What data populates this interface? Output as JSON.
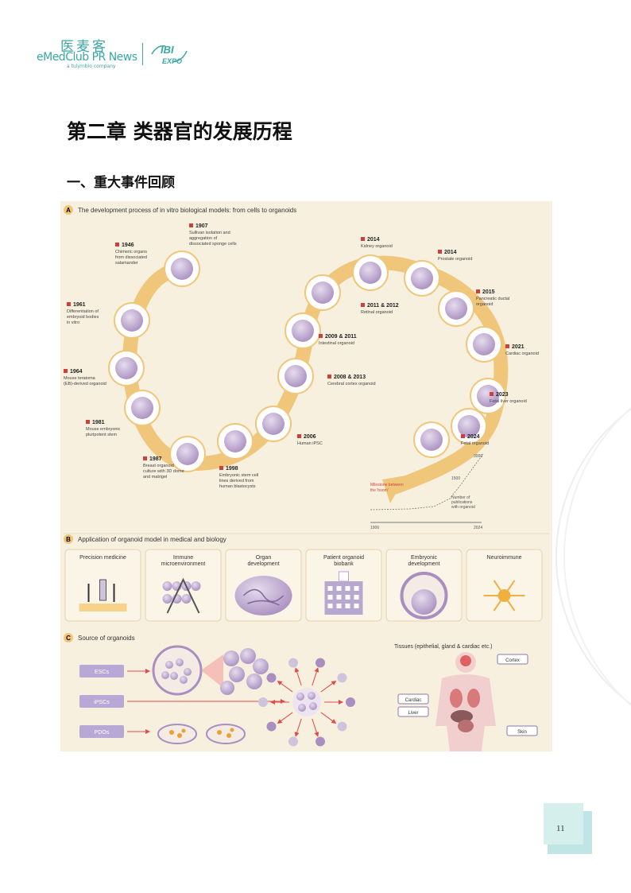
{
  "header": {
    "logo_cn": "医麦客",
    "logo_en": "eMedClub PR News",
    "logo_sub": "a tulymbio company",
    "partner_top": "IBI",
    "partner_bottom": "EXPO"
  },
  "chapter_title": "第二章 类器官的发展历程",
  "section_title": "一、重大事件回顾",
  "figure": {
    "panel_a": {
      "letter": "A",
      "title": "The development process of in vitro biological models: from cells to organoids",
      "events": [
        {
          "year": "1907",
          "text": [
            "Sullivan isolation and",
            "aggregation of",
            "dissociated sponge cells"
          ]
        },
        {
          "year": "1946",
          "text": [
            "Chimeric organs",
            "from dissociated",
            "salamander"
          ]
        },
        {
          "year": "1961",
          "text": [
            "Differentiation of",
            "embryoid bodies",
            "in vitro"
          ]
        },
        {
          "year": "1964",
          "text": [
            "Mouse teratoma",
            "(EB)-derived organoid"
          ]
        },
        {
          "year": "1981",
          "text": [
            "Mouse embryonic",
            "pluripotent stem"
          ]
        },
        {
          "year": "1987",
          "text": [
            "Breast organoid",
            "culture with 3D dome",
            "and matrigel"
          ]
        },
        {
          "year": "1998",
          "text": [
            "Embryonic stem cell",
            "lines derived from",
            "human blastocysts"
          ]
        },
        {
          "year": "2006",
          "text": [
            "Human iPSC"
          ]
        },
        {
          "year": "2008 & 2013",
          "text": [
            "Cerebral cortex organoid"
          ]
        },
        {
          "year": "2009 & 2011",
          "text": [
            "Intestinal organoid"
          ]
        },
        {
          "year": "2011 & 2012",
          "text": [
            "Retinal organoid"
          ]
        },
        {
          "year": "2014",
          "text": [
            "Kidney organoid"
          ]
        },
        {
          "year": "2014",
          "text": [
            "Prostate organoid"
          ]
        },
        {
          "year": "2015",
          "text": [
            "Pancreatic ductal",
            "organoid"
          ]
        },
        {
          "year": "2021",
          "text": [
            "Cardiac organoid"
          ]
        },
        {
          "year": "2023",
          "text": [
            "Fetal liver organoid"
          ]
        },
        {
          "year": "2024",
          "text": [
            "Fetal organoid"
          ]
        }
      ],
      "inset": {
        "annotation": [
          "Milestone between",
          "the 'boom'"
        ],
        "ylabel": [
          "Number of",
          "publications",
          "with organoid"
        ],
        "x_start": "1906",
        "x_end": "2024",
        "y_top": "3000",
        "y_mid": "1500"
      }
    },
    "panel_b": {
      "letter": "B",
      "title": "Application of organoid model in medical and biology",
      "cards": [
        {
          "label": [
            "Precision medicine"
          ],
          "icon": "syringe-icon"
        },
        {
          "label": [
            "Immune",
            "microenvironment"
          ],
          "icon": "immune-cells-icon"
        },
        {
          "label": [
            "Organ",
            "development"
          ],
          "icon": "brain-icon"
        },
        {
          "label": [
            "Patient organoid",
            "biobank"
          ],
          "icon": "hospital-icon"
        },
        {
          "label": [
            "Embryonic",
            "development"
          ],
          "icon": "embryo-icon"
        },
        {
          "label": [
            "Neuroimmune"
          ],
          "icon": "neuron-icon"
        }
      ]
    },
    "panel_c": {
      "letter": "C",
      "title": "Source of organoids",
      "sources": [
        "ESCs",
        "iPSCs",
        "PDOs"
      ],
      "tissues_title": "Tissues (epithelial, gland & cardiac etc.)",
      "tissue_labels": [
        "Cortex",
        "Cardiac",
        "Liver",
        "Skin"
      ]
    }
  },
  "page_number": "11",
  "colors": {
    "brand_teal": "#3aa7a3",
    "figure_bg": "#f8f0df",
    "arrow_gold": "#f0c77a",
    "organoid_purple": "#a98fc0",
    "marker_red": "#d0403a"
  }
}
